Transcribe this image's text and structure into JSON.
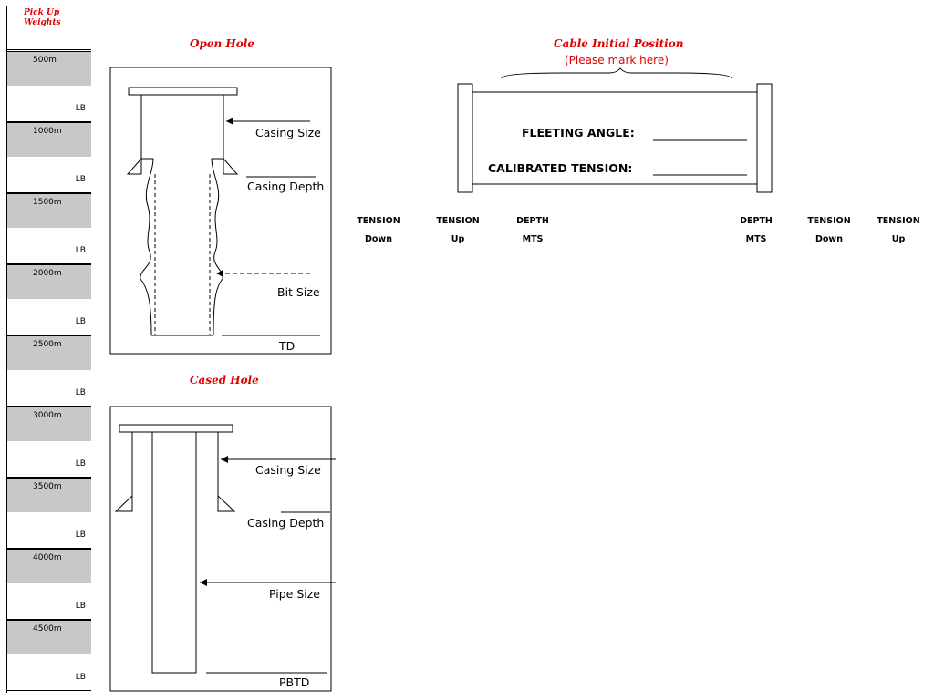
{
  "weights": {
    "title_line1": "Pick Up",
    "title_line2": "Weights",
    "rows": [
      {
        "depth": "500m",
        "unit": "LB"
      },
      {
        "depth": "1000m",
        "unit": "LB"
      },
      {
        "depth": "1500m",
        "unit": "LB"
      },
      {
        "depth": "2000m",
        "unit": "LB"
      },
      {
        "depth": "2500m",
        "unit": "LB"
      },
      {
        "depth": "3000m",
        "unit": "LB"
      },
      {
        "depth": "3500m",
        "unit": "LB"
      },
      {
        "depth": "4000m",
        "unit": "LB"
      },
      {
        "depth": "4500m",
        "unit": "LB"
      }
    ]
  },
  "open_hole": {
    "title": "Open Hole",
    "casing_size": "Casing Size",
    "casing_depth": "Casing Depth",
    "bit_size": "Bit Size",
    "td": "TD"
  },
  "cased_hole": {
    "title": "Cased Hole",
    "casing_size": "Casing Size",
    "casing_depth": "Casing Depth",
    "pipe_size": "Pipe Size",
    "pbtd": "PBTD"
  },
  "cable": {
    "title": "Cable Initial Position",
    "subtitle": "(Please mark here)",
    "fleeting_angle": "FLEETING ANGLE:",
    "calibrated_tension": "CALIBRATED TENSION:"
  },
  "columns_left": [
    {
      "line1": "TENSION",
      "line2": "Down"
    },
    {
      "line1": "TENSION",
      "line2": "Up"
    },
    {
      "line1": "DEPTH",
      "line2": "MTS"
    }
  ],
  "columns_right": [
    {
      "line1": "DEPTH",
      "line2": "MTS"
    },
    {
      "line1": "TENSION",
      "line2": "Down"
    },
    {
      "line1": "TENSION",
      "line2": "Up"
    }
  ]
}
